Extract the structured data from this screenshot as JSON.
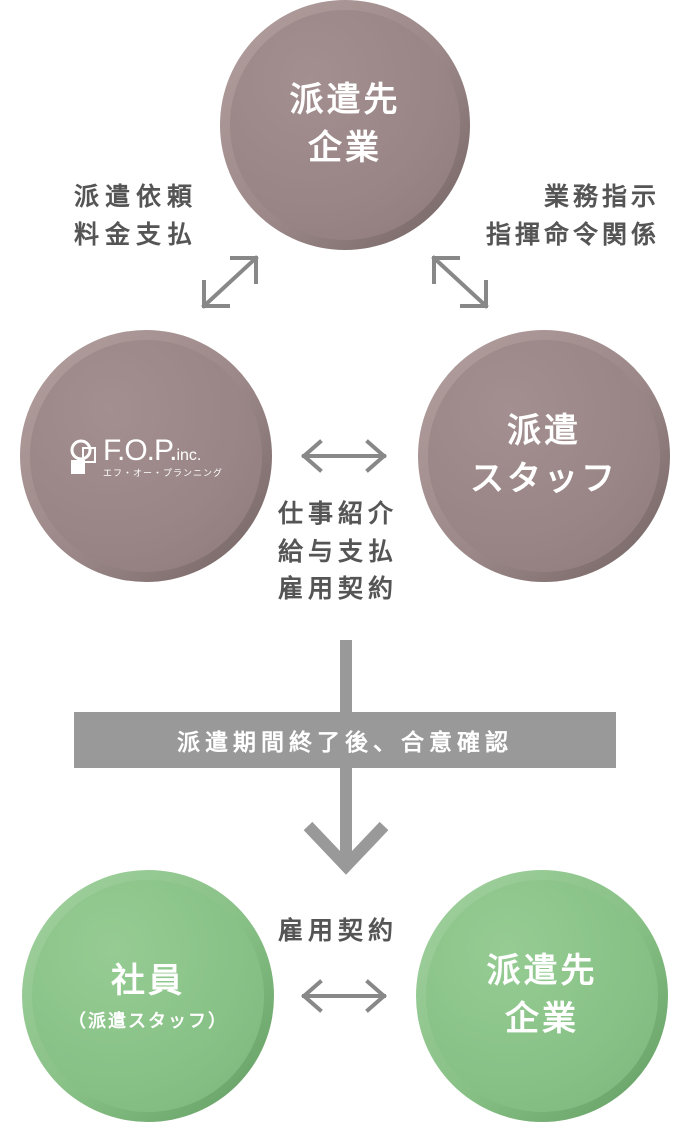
{
  "top_circle": {
    "line1": "派遣先",
    "line2": "企業"
  },
  "left_circle": {
    "logo_main": "F.O.P.",
    "logo_inc": "inc.",
    "logo_kana": "エフ・オー・プランニング"
  },
  "right_circle": {
    "line1": "派遣",
    "line2": "スタッフ"
  },
  "left_relation": {
    "line1": "派遣依頼",
    "line2": "料金支払"
  },
  "right_relation": {
    "line1": "業務指示",
    "line2": "指揮命令関係"
  },
  "middle_relation": {
    "line1": "仕事紹介",
    "line2": "給与支払",
    "line3": "雇用契約"
  },
  "banner": {
    "text": "派遣期間終了後、合意確認"
  },
  "bottom_relation": {
    "text": "雇用契約"
  },
  "bottom_left_circle": {
    "line1": "社員",
    "line2": "（派遣スタッフ）"
  },
  "bottom_right_circle": {
    "line1": "派遣先",
    "line2": "企業"
  },
  "colors": {
    "brown": "#9b8787",
    "green": "#87c085",
    "arrow": "#888888",
    "text": "#555555",
    "banner": "#999999"
  }
}
